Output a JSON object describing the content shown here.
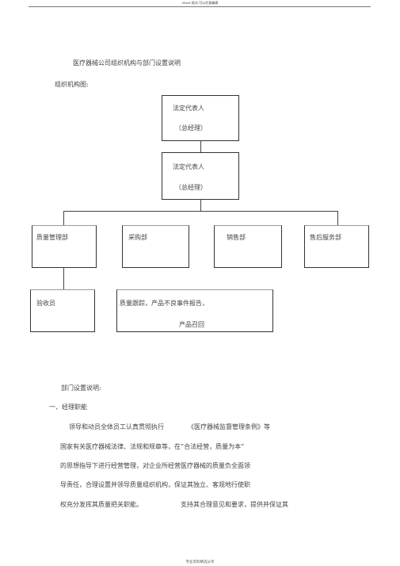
{
  "page": {
    "header": "Word 格式-可以任意编辑",
    "footer": "专业资料精选分享"
  },
  "doc": {
    "title": "医疗器械公司组织机构与部门设置说明",
    "org_label": "组织机构图:",
    "section_label": "部门设置说明:",
    "sub_heading": "一、经理职能",
    "paragraph": [
      "领导和动员全体员工认真贯彻执行",
      "《医疗器械监督管理条例》等",
      "国家有关医疗器械法律、法规和规章等，在“合法经营，质量为本”",
      "的思想指导下进行经营管理，对企业所经营医疗器械的质量负全面领",
      "导责任，合理设置并领导质量组织机构，保证其独立、客观地行使职",
      "权充分发挥其质量把关职能。",
      "支持其合理意见和要求，提供并保证其"
    ]
  },
  "org_chart": {
    "top_box": {
      "line1": "法定代表人",
      "line2": "（总经理）"
    },
    "second_box": {
      "line1": "法定代表人",
      "line2": "（总经理）"
    },
    "departments": [
      "质量管理部",
      "采购部",
      "销售部",
      "售后服务部"
    ],
    "inspector": "验收员",
    "quality_box": {
      "line1": "质量跟踪，产品不良事件报告，",
      "line2": "产品召回"
    }
  }
}
